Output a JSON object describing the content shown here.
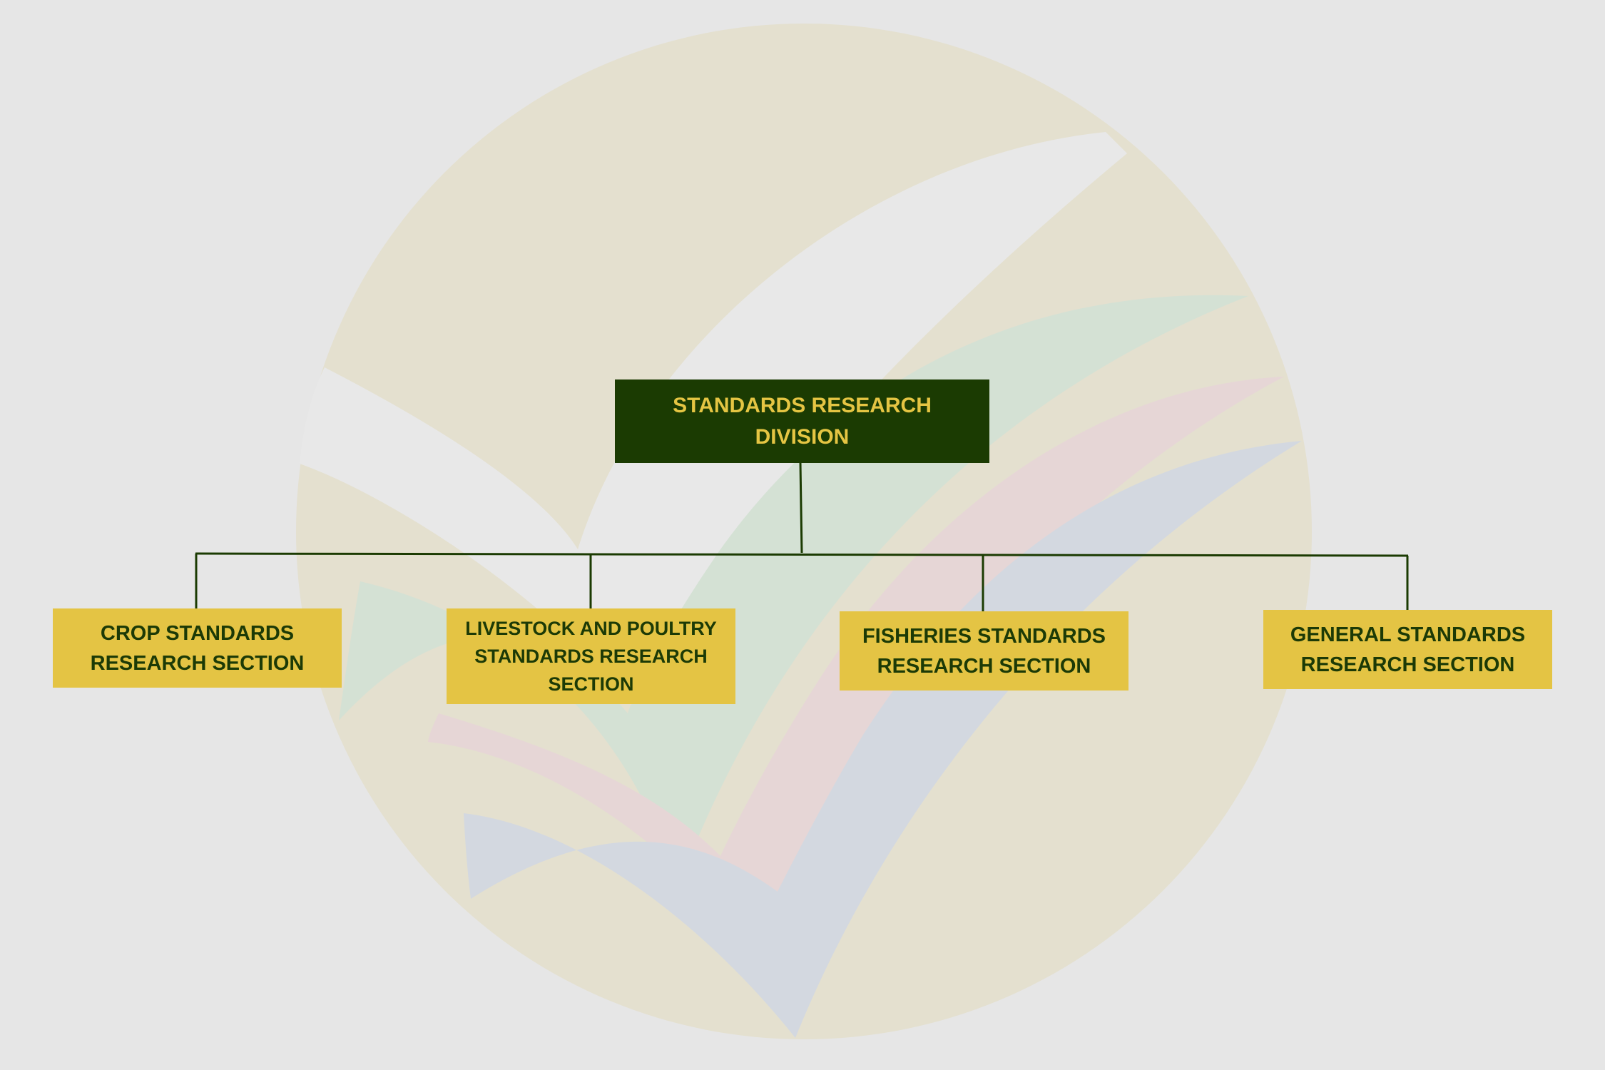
{
  "colors": {
    "background": "#e6e6e6",
    "root_fill": "#1b3b02",
    "root_text": "#e5c543",
    "section_fill": "#e4c444",
    "section_text": "#1c3a06",
    "connector": "#1b3b02"
  },
  "watermark": {
    "icon": "check-mark-emblem-icon",
    "circle_color": "#e4e0cf",
    "stripe_colors": [
      "#d4e1d4",
      "#e6d6d6",
      "#d3d8e0"
    ]
  },
  "root": {
    "label": "STANDARDS RESEARCH DIVISION"
  },
  "sections": [
    {
      "label": "CROP STANDARDS RESEARCH SECTION"
    },
    {
      "label": "LIVESTOCK AND POULTRY STANDARDS RESEARCH SECTION"
    },
    {
      "label": "FISHERIES STANDARDS RESEARCH SECTION"
    },
    {
      "label": "GENERAL STANDARDS RESEARCH SECTION"
    }
  ]
}
